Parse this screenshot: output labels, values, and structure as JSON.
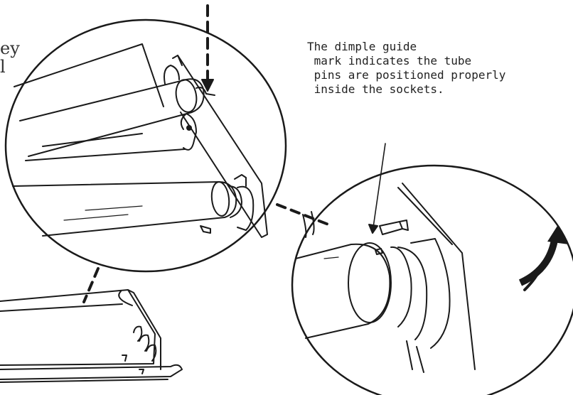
{
  "figure": {
    "caption_lines": [
      "The dimple guide",
      " mark indicates the tube",
      " pins are positioned properly",
      " inside the sockets."
    ],
    "cut_edge_text": [
      "ey",
      "l"
    ]
  },
  "colors": {
    "ink": "#1a1a1a",
    "paper": "#ffffff"
  }
}
